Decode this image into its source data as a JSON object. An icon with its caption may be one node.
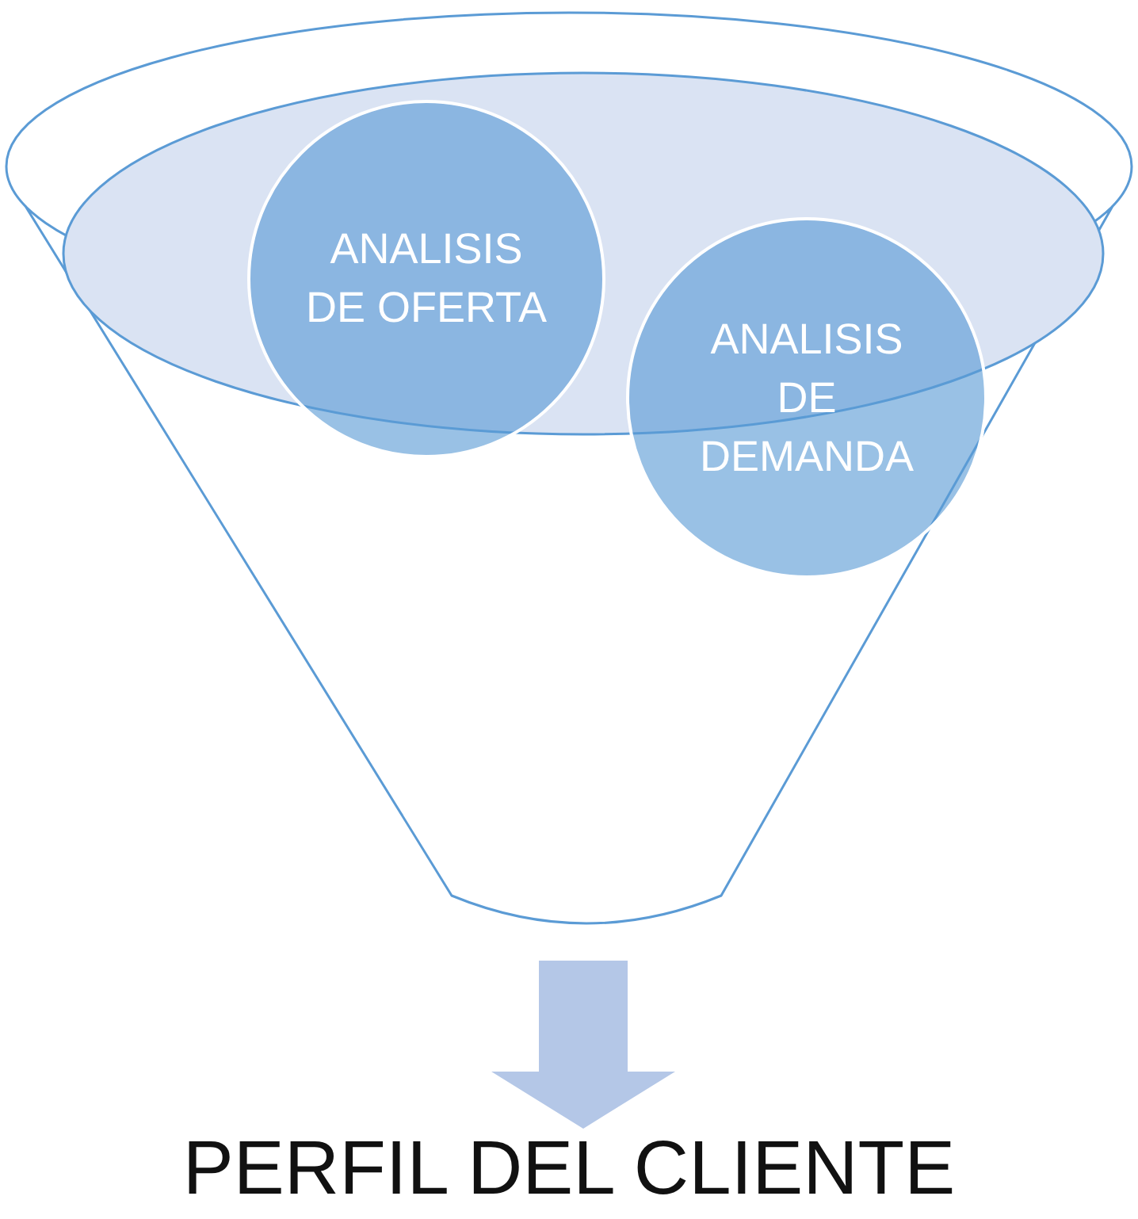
{
  "diagram": {
    "nodes": [
      {
        "text": [],
        "shape": "funnel"
      },
      {
        "text": [
          "ANALISIS DE OFERTA"
        ],
        "in": 0
      },
      {
        "text": [
          "ANALISIS DE DEMANDA"
        ],
        "in": 0
      },
      {
        "text": [
          "PERFIL DEL CLIENTE"
        ]
      }
    ],
    "edges": [
      {
        "from": 0,
        "to": 3,
        "arrow": "to"
      }
    ]
  }
}
